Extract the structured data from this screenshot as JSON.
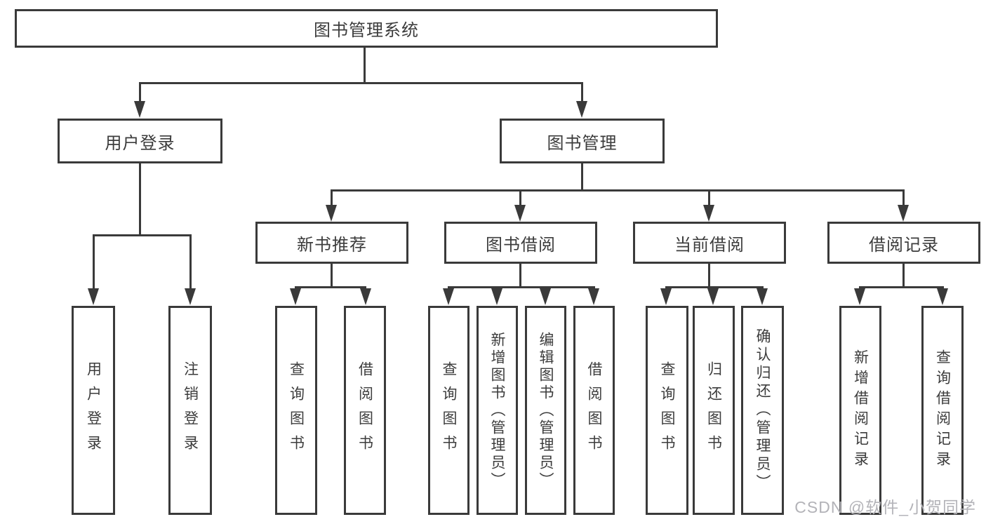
{
  "page": {
    "watermark": "CSDN @软件_小贺同学"
  },
  "colors": {
    "line": "#3a3a3a",
    "text": "#3c3c3c",
    "watermark": "#b3b3b8"
  },
  "chart": {
    "root": {
      "label": "图书管理系统"
    },
    "branches": [
      {
        "label": "用户登录",
        "children": [
          {
            "label": "用户登录"
          },
          {
            "label": "注销登录"
          }
        ]
      },
      {
        "label": "图书管理",
        "children": [
          {
            "label": "新书推荐",
            "children": [
              {
                "label": "查询图书"
              },
              {
                "label": "借阅图书"
              }
            ]
          },
          {
            "label": "图书借阅",
            "children": [
              {
                "label": "查询图书"
              },
              {
                "label": "新增图书（管理员）"
              },
              {
                "label": "编辑图书（管理员）"
              },
              {
                "label": "借阅图书"
              }
            ]
          },
          {
            "label": "当前借阅",
            "children": [
              {
                "label": "查询图书"
              },
              {
                "label": "归还图书"
              },
              {
                "label": "确认归还（管理员）"
              }
            ]
          },
          {
            "label": "借阅记录",
            "children": [
              {
                "label": "新增借阅记录"
              },
              {
                "label": "查询借阅记录"
              }
            ]
          }
        ]
      }
    ]
  }
}
